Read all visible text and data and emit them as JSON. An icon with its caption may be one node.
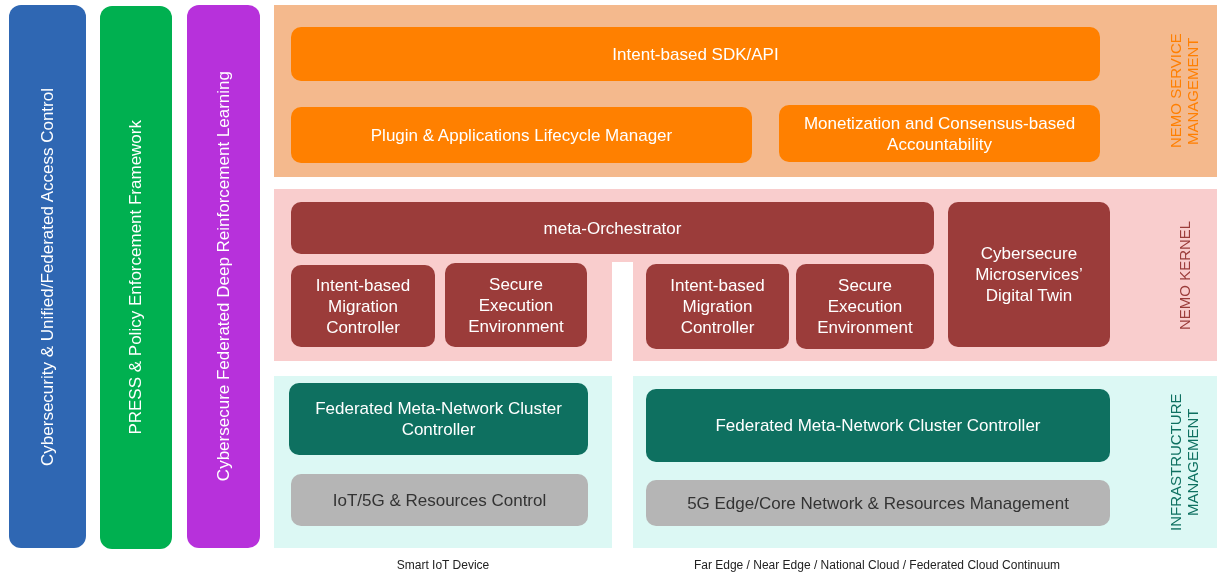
{
  "diagram": {
    "nodes": [
      {
        "text": [
          "Cybersecurity & Unified/Federated Access Control"
        ]
      },
      {
        "text": [
          "PRESS & Policy Enforcement Framework"
        ]
      },
      {
        "text": [
          "Cybersecure Federated Deep Reinforcement Learning"
        ]
      },
      {
        "text": [
          "NEMO SERVICE MANAGEMENT"
        ]
      },
      {
        "text": [
          "Intent-based SDK/API"
        ],
        "in": 3
      },
      {
        "text": [
          "Plugin & Applications Lifecycle Manager"
        ],
        "in": 3
      },
      {
        "text": [
          "Monetization and Consensus-based Accountability"
        ],
        "in": 3
      },
      {
        "text": [
          "NEMO KERNEL"
        ]
      },
      {
        "text": [
          "meta-Orchestrator"
        ],
        "in": 7
      },
      {
        "text": [
          "Intent-based Migration Controller"
        ],
        "in": 7
      },
      {
        "text": [
          "Secure Execution Environment"
        ],
        "in": 7
      },
      {
        "text": [
          "Intent-based Migration Controller"
        ],
        "in": 7
      },
      {
        "text": [
          "Secure Execution Environment"
        ],
        "in": 7
      },
      {
        "text": [
          "Cybersecure Microservices’ Digital Twin"
        ],
        "in": 7
      },
      {
        "text": [],
        "shape": "box",
        "beside": [
          "Smart IoT Device"
        ]
      },
      {
        "text": [
          "Federated Meta-Network Cluster Controller"
        ],
        "in": 14
      },
      {
        "text": [
          "IoT/5G & Resources Control"
        ],
        "in": 14
      },
      {
        "text": [
          "INFRASTRUCTURE MANAGEMENT"
        ],
        "beside": [
          "Far Edge / Near Edge / National Cloud / Federated Cloud Continuum"
        ]
      },
      {
        "text": [
          "Federated Meta-Network Cluster Controller"
        ],
        "in": 17
      },
      {
        "text": [
          "5G Edge/Core Network & Resources Management"
        ],
        "in": 17
      }
    ],
    "edges": []
  }
}
